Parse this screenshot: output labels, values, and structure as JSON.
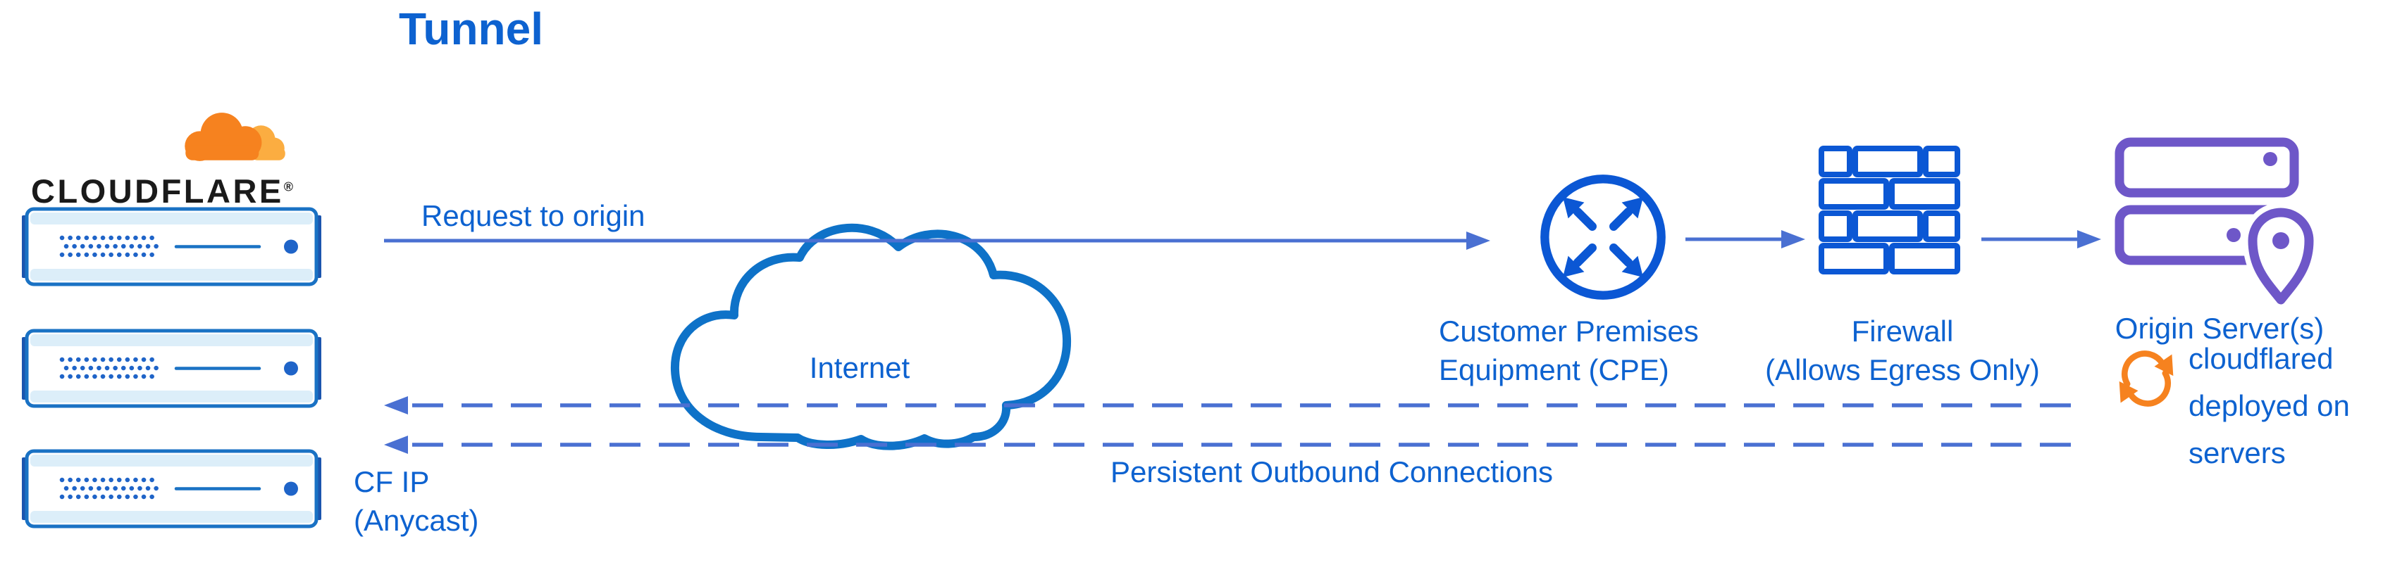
{
  "colors": {
    "text_blue": "#0d62d0",
    "arrow_blue": "#4a70d2",
    "icon_blue": "#0b57d4",
    "cloud_blue": "#0e72c8",
    "server_blue": "#1a72c4",
    "server_navy": "#1b55ae",
    "server_fill": "#dceef9",
    "dot_blue": "#1f64c8",
    "purple": "#6e57c8",
    "orange": "#f6821f",
    "orange_light": "#fbad41",
    "wordmark_black": "#1a1a1a"
  },
  "title": "Tunnel",
  "brand": {
    "name": "CLOUDFLARE",
    "registered": "®"
  },
  "labels": {
    "request": "Request to origin",
    "internet": "Internet",
    "cpe": "Customer Premises Equipment (CPE)",
    "firewall_line1": "Firewall",
    "firewall_line2": "(Allows Egress Only)",
    "origin": "Origin Server(s)",
    "cloudflared": "cloudflared deployed on servers",
    "persistent": "Persistent Outbound Connections",
    "cf_ip": "CF IP (Anycast)"
  },
  "icons": [
    "cloudflare-cloud-icon",
    "server-rack-icon",
    "internet-cloud-icon",
    "cpe-router-icon",
    "firewall-brick-icon",
    "origin-server-icon",
    "location-pin-icon",
    "sync-arrows-icon",
    "arrow-right-icon",
    "dashed-arrow-left-icon"
  ]
}
